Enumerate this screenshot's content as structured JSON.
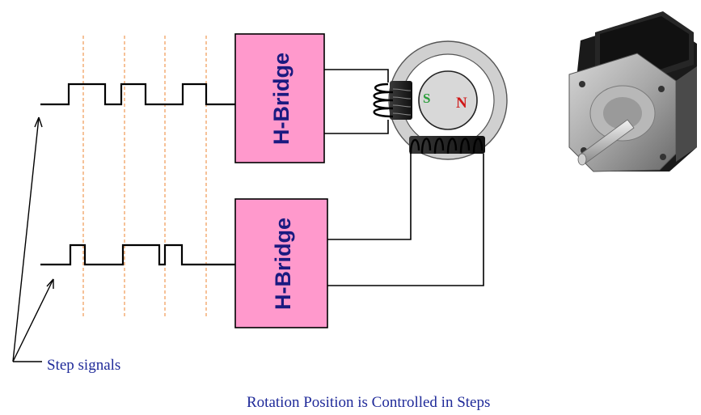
{
  "diagram": {
    "hbridge_top_label": "H-Bridge",
    "hbridge_bottom_label": "H-Bridge",
    "pole_s": "S",
    "pole_n": "N",
    "step_signals_label": "Step signals",
    "caption": "Rotation Position is Controlled in Steps"
  },
  "colors": {
    "hbridge_fill": "#ff99cc",
    "hbridge_text": "#1a1a80",
    "label_blue": "#1f2a99",
    "pole_s": "#2a9d3a",
    "pole_n": "#d01818",
    "timing_lines": "#f0a060",
    "rotor_fill": "#d8d8d8",
    "stator_ring": "#d0d0d0"
  },
  "icons": {
    "motor_photo": "stepper-motor-photo-icon"
  }
}
